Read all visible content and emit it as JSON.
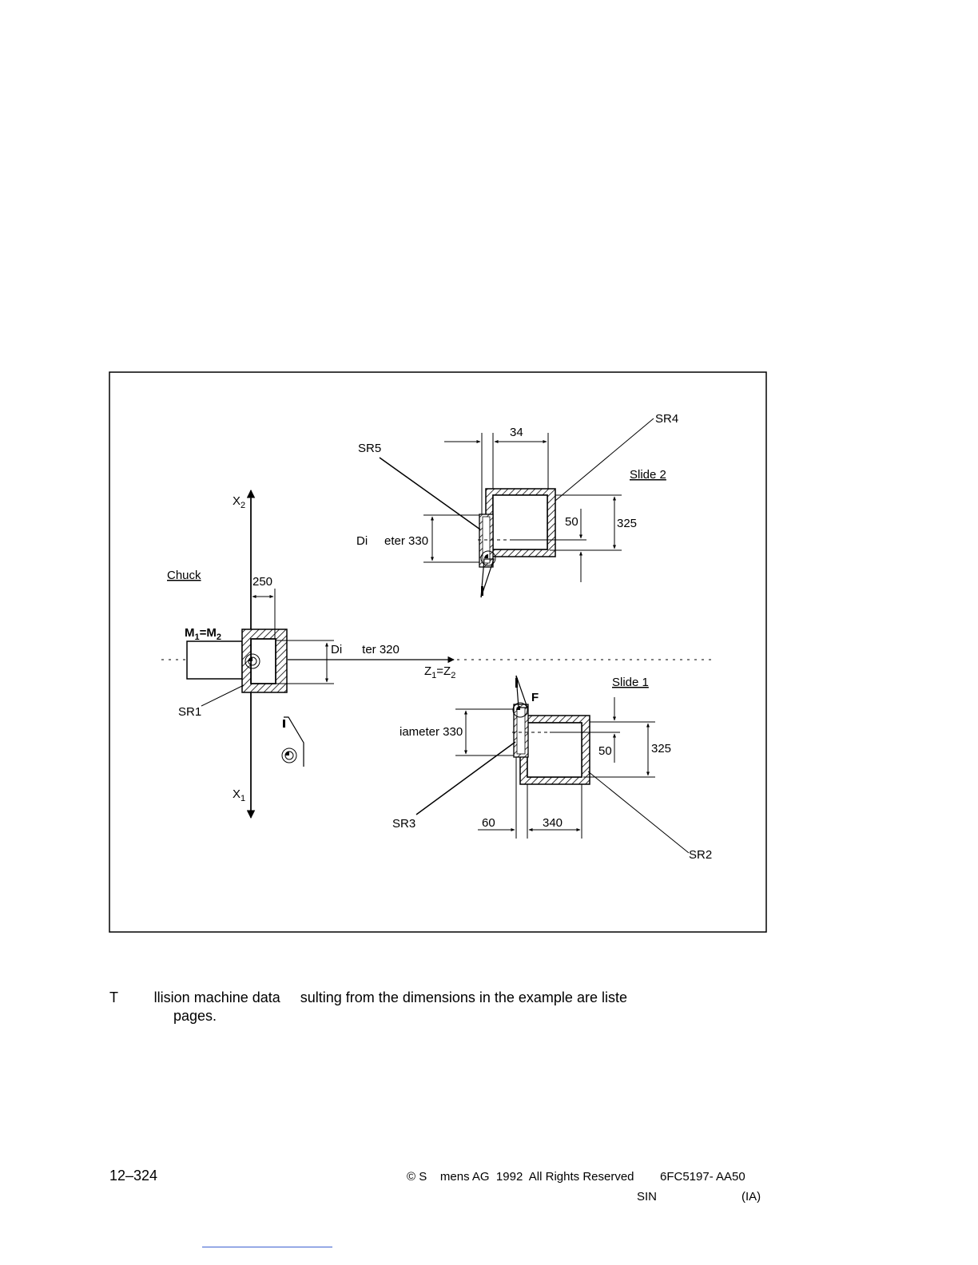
{
  "figure": {
    "labels": {
      "sr1": "SR1",
      "sr2": "SR2",
      "sr3": "SR3",
      "sr4": "SR4",
      "sr5": "SR5",
      "slide1": "Slide 1",
      "slide2": "Slide 2",
      "chuck": "Chuck",
      "f": "F",
      "diameter_320": "Di      ter 320",
      "diameter_330_top": "Di     eter 330",
      "diameter_330_bottom": "iameter 330"
    },
    "dimensions": {
      "d34": "34",
      "d50_top": "50",
      "d325_top": "325",
      "d250": "250",
      "d50_bottom": "50",
      "d325_bottom": "325",
      "d60": "60",
      "d340": "340"
    }
  },
  "caption": {
    "line1": "T         llision machine data     sulting from the dimensions in the example are liste",
    "line2": "pages."
  },
  "footer": {
    "page_number": "12–324",
    "copyright": "© S    mens AG  1992  All Rights Reserved",
    "doc_number": "6FC5197- AA50",
    "line2_left": "SIN",
    "line2_right": "(IA)"
  }
}
